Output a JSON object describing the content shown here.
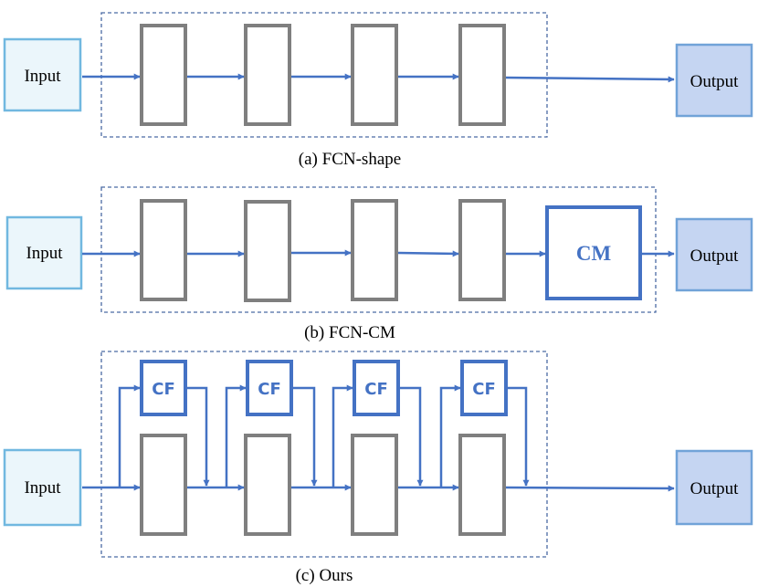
{
  "panels": {
    "a": {
      "caption": "(a) FCN-shape",
      "input_label": "Input",
      "output_label": "Output"
    },
    "b": {
      "caption": "(b) FCN-CM",
      "input_label": "Input",
      "output_label": "Output",
      "module_label": "CM"
    },
    "c": {
      "caption": "(c) Ours",
      "input_label": "Input",
      "output_label": "Output",
      "fusion_labels": [
        "CF",
        "CF",
        "CF",
        "CF"
      ]
    }
  },
  "colors": {
    "arrow": "#4472c4",
    "layer_stroke": "#7f7f7f",
    "input_fill": "#ebf6fb",
    "input_stroke": "#71b8e0",
    "output_fill": "#c5d5f2",
    "output_stroke": "#71a3d8",
    "module": "#4472c4",
    "dashed_border": "#4a6aa3"
  }
}
